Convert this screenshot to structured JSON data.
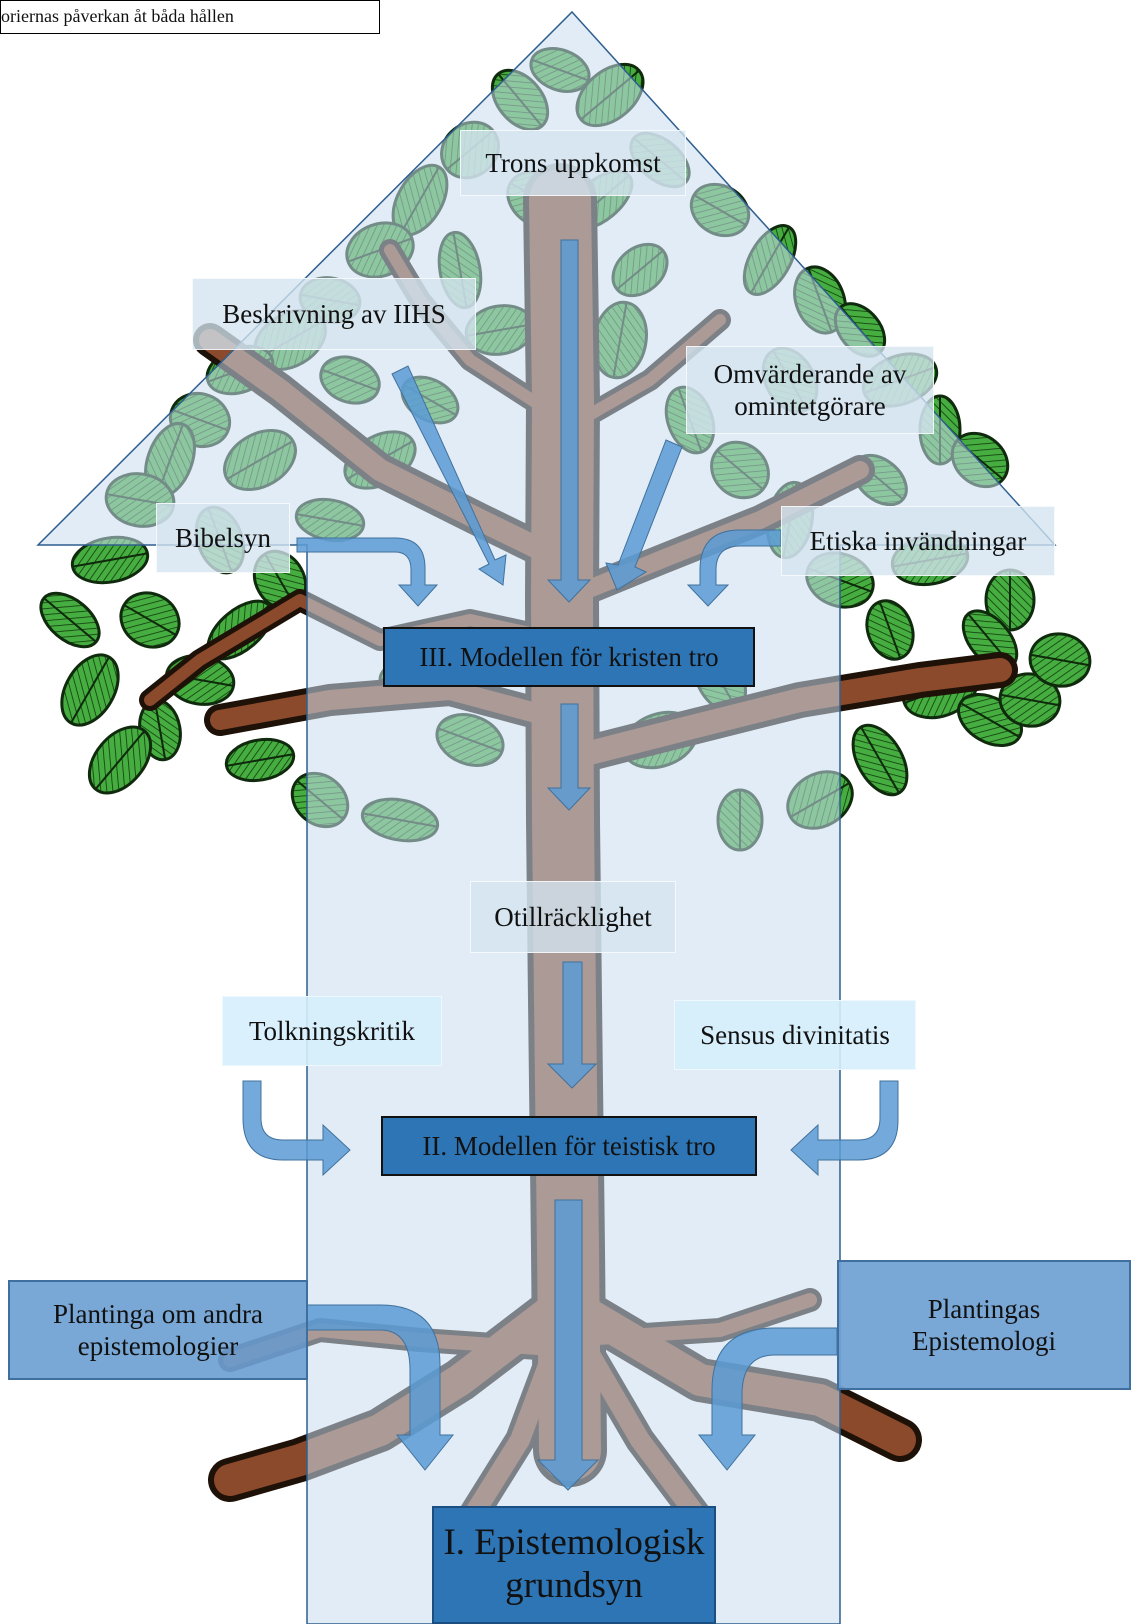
{
  "note": "eoriernas påverkan åt båda hållen",
  "labels": {
    "trons_uppkomst": "Trons uppkomst",
    "beskrivning": "Beskrivning av IIHS",
    "omvarderande_line1": "Omvärderande av",
    "omvarderande_line2": "omintetgörare",
    "bibelsyn": "Bibelsyn",
    "etiska": "Etiska invändningar",
    "otillracklighet": "Otillräcklighet",
    "tolkningskritik": "Tolkningskritik",
    "sensus": "Sensus divinitatis",
    "plantinga_andra_line1": "Plantinga om andra",
    "plantinga_andra_line2": "epistemologier",
    "plantingas_epist_line1": "Plantingas",
    "plantingas_epist_line2": "Epistemologi"
  },
  "models": {
    "kristen": "III. Modellen för kristen tro",
    "teistisk": "II. Modellen för teistisk tro",
    "epistemologisk_line1": "I. Epistemologisk",
    "epistemologisk_line2": "grundsyn"
  },
  "colors": {
    "trunk": "#8b4a2b",
    "trunk_outline": "#1e1208",
    "leaf": "#3ea63a",
    "leaf_outline": "#0f2a0c",
    "overlay_fill": "#c8dcef",
    "overlay_stroke": "#2e5f8e",
    "model_box": "#2e75b6",
    "arrow": "#5b9bd5"
  }
}
